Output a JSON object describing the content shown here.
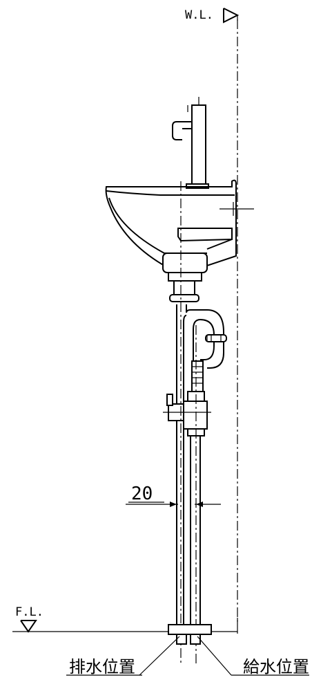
{
  "labels": {
    "water_level": "W.L.",
    "floor_level": "F.L.",
    "dimension": "20",
    "drain_position": "排水位置",
    "supply_position": "給水位置"
  }
}
